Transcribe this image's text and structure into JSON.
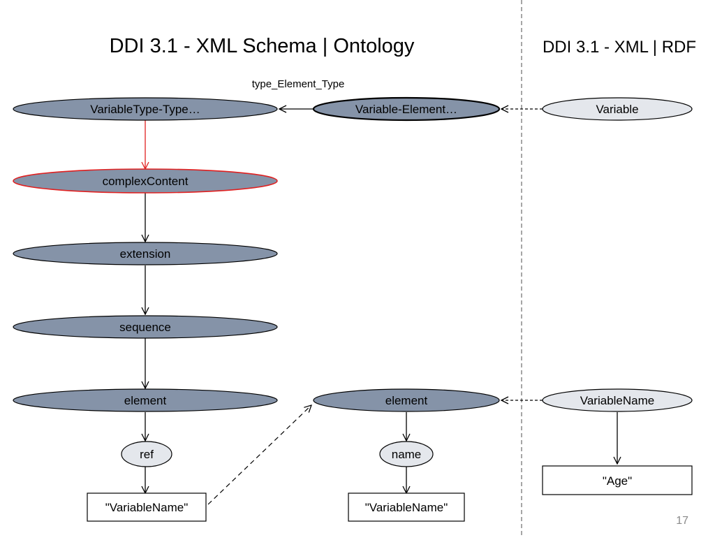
{
  "titles": {
    "left": "DDI 3.1 - XML Schema | Ontology",
    "right": "DDI 3.1 - XML | RDF"
  },
  "edge_labels": {
    "type_element_type": "type_Element_Type"
  },
  "nodes": {
    "variable_type_type": "VariableType-Type…",
    "variable_element": "Variable-Element…",
    "variable": "Variable",
    "complex_content": "complexContent",
    "extension": "extension",
    "sequence": "sequence",
    "element_left": "element",
    "element_middle": "element",
    "variable_name_rdf": "VariableName",
    "ref": "ref",
    "name": "name",
    "literal_left": "\"VariableName\"",
    "literal_middle": "\"VariableName\"",
    "literal_age": "\"Age\""
  },
  "page_number": "17",
  "colors": {
    "ontology_node_fill": "#8593a8",
    "rdf_node_fill": "#e4e7ec",
    "highlight_stroke": "#e02020",
    "stroke": "#000000",
    "divider": "#888888"
  }
}
